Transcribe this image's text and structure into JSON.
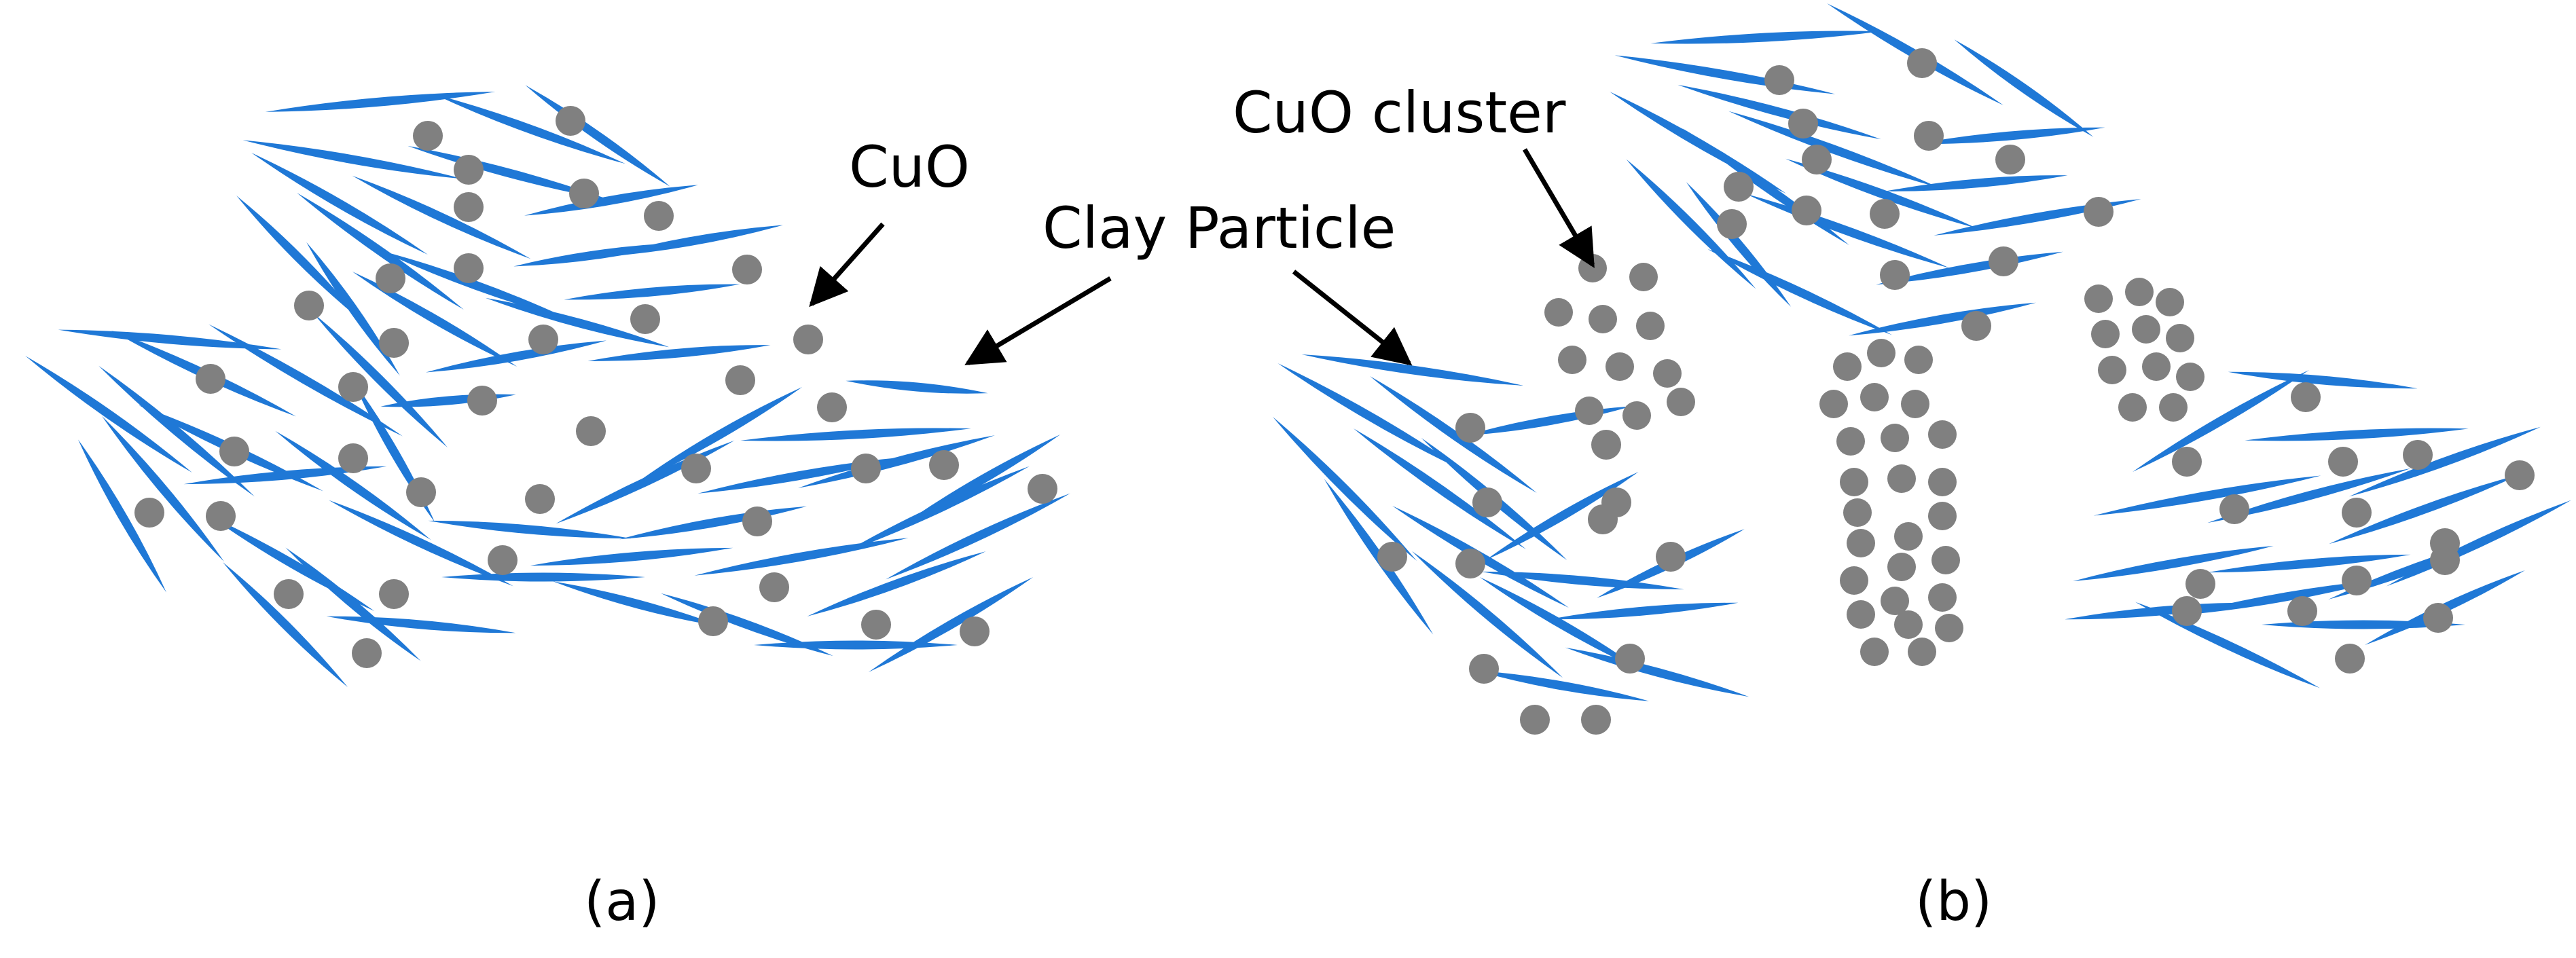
{
  "labels": {
    "cuo": "CuO",
    "clay_particle": "Clay Particle",
    "cuo_cluster": "CuO cluster",
    "panel_a": "(a)",
    "panel_b": "(b)"
  },
  "colors": {
    "clay": "#1f78d6",
    "cuo": "#808080",
    "arrow": "#000000",
    "text": "#000000"
  },
  "legend_items": [
    {
      "label_key": "clay_particle",
      "icon": "blue-spindle-icon"
    },
    {
      "label_key": "cuo",
      "icon": "grey-dot-icon"
    },
    {
      "label_key": "cuo_cluster",
      "icon": "grey-dot-cluster-icon"
    }
  ]
}
